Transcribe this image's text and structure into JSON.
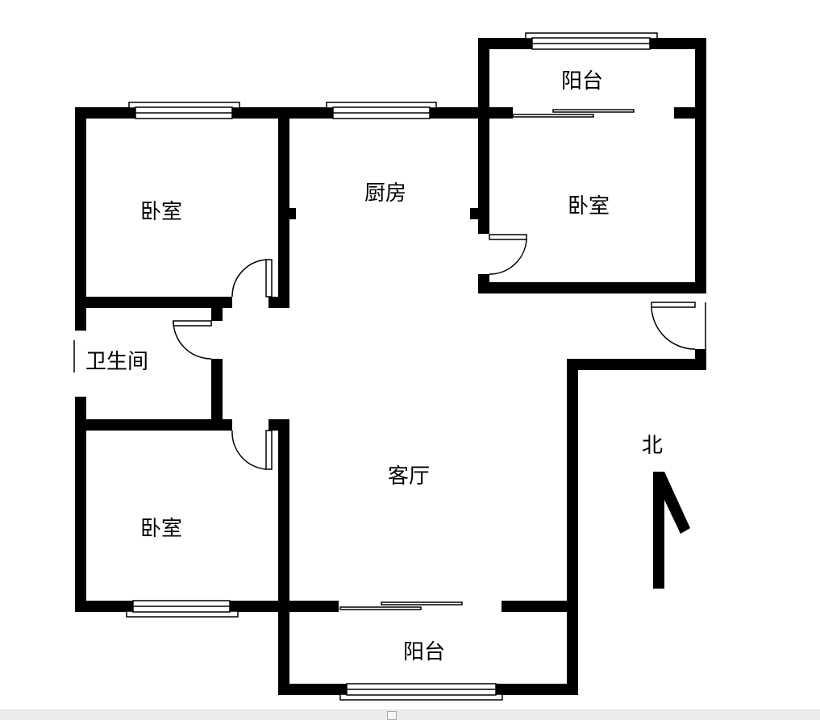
{
  "rooms": {
    "balcony_north": "阳台",
    "bedroom_left_top": "卧室",
    "kitchen": "厨房",
    "bedroom_right": "卧室",
    "bathroom": "卫生间",
    "living_room": "客厅",
    "bedroom_left_bottom": "卧室",
    "balcony_south": "阳台"
  },
  "compass": {
    "label": "北"
  },
  "colors": {
    "wall": "#000000",
    "background": "#ffffff"
  }
}
